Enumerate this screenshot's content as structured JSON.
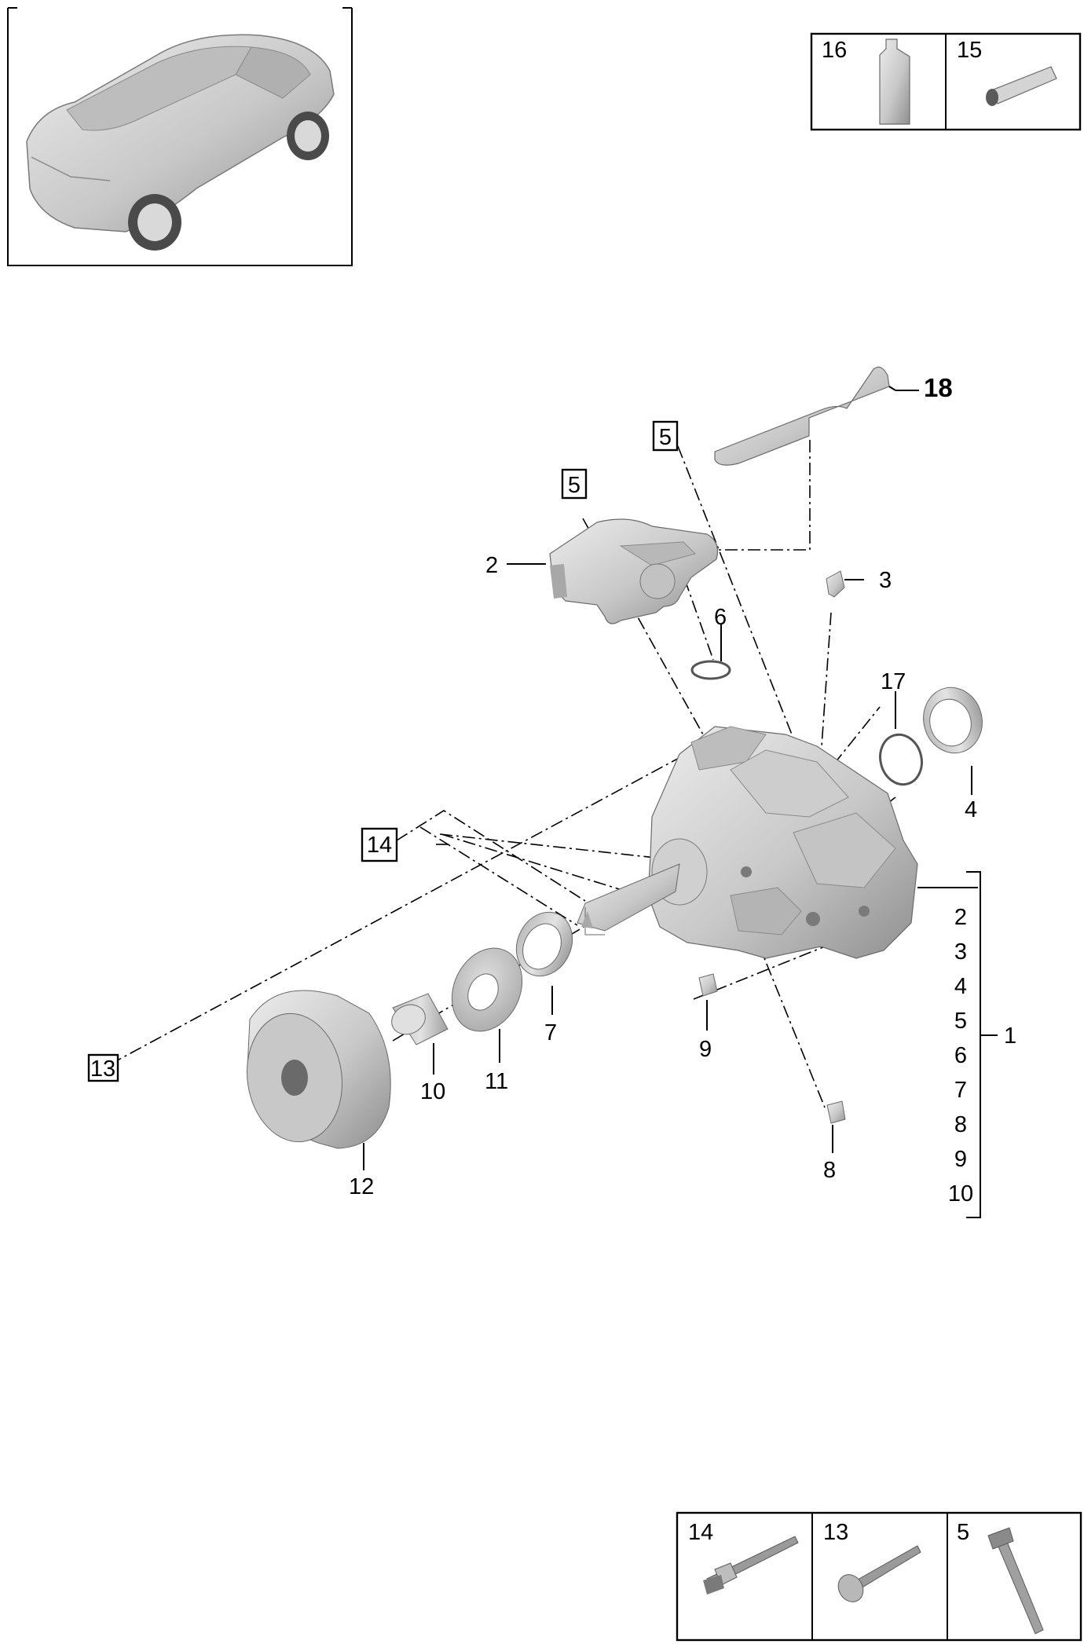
{
  "callouts": {
    "c1": "1",
    "c2": "2",
    "c3": "3",
    "c4": "4",
    "c6": "6",
    "c7": "7",
    "c8": "8",
    "c9": "9",
    "c10": "10",
    "c11": "11",
    "c12": "12",
    "c17": "17",
    "c18": "18"
  },
  "boxed_refs": {
    "b5a": "5",
    "b5b": "5",
    "b13": "13",
    "b14": "14"
  },
  "group_list": [
    "2",
    "3",
    "4",
    "5",
    "6",
    "7",
    "8",
    "9",
    "10"
  ],
  "top_panel": {
    "cell_16": "16",
    "cell_15": "15"
  },
  "bottom_panel": {
    "cell_14": "14",
    "cell_13": "13",
    "cell_5": "5"
  },
  "colors": {
    "part_fill": "#cfcfcf",
    "part_shadow": "#9a9a9a",
    "line": "#000000"
  }
}
